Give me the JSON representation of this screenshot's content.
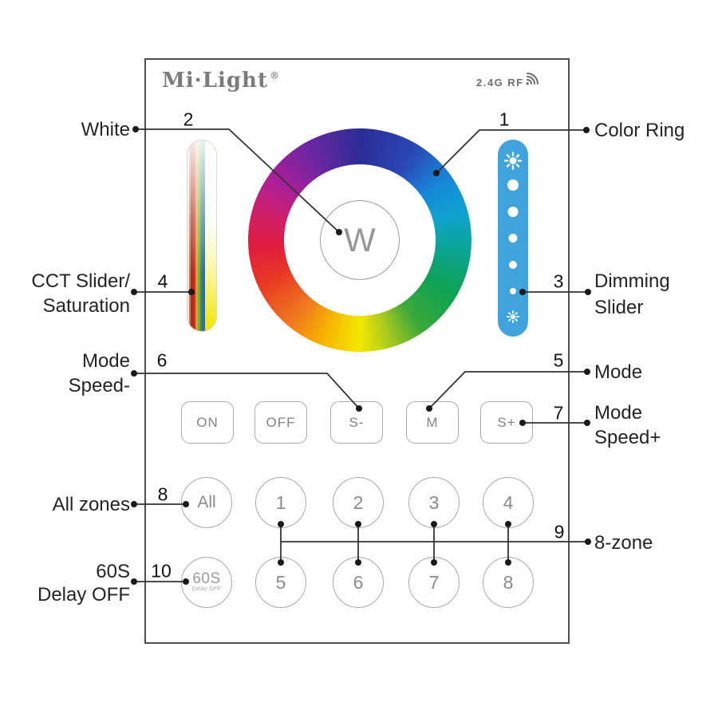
{
  "device": {
    "brand": "Mi·Light",
    "registered_mark": "®",
    "rf_badge": "2.4G RF",
    "white_button": "W",
    "mode_buttons": [
      "ON",
      "OFF",
      "S-",
      "M",
      "S+"
    ],
    "zone_row1": [
      "All",
      "1",
      "2",
      "3",
      "4"
    ],
    "zone_row2": [
      "5",
      "6",
      "7",
      "8"
    ],
    "delay_button": {
      "top": "60S",
      "sub": "Delay OFF"
    }
  },
  "callouts": {
    "n1": "1",
    "n2": "2",
    "n3": "3",
    "n4": "4",
    "n5": "5",
    "n6": "6",
    "n7": "7",
    "n8": "8",
    "n9": "9",
    "n10": "10",
    "color_ring": "Color Ring",
    "white": "White",
    "cct_line1": "CCT Slider/",
    "cct_line2": "Saturation",
    "dimming_line1": "Dimming",
    "dimming_line2": "Slider",
    "mode_speed_minus_line1": "Mode",
    "mode_speed_minus_line2": "Speed-",
    "mode": "Mode",
    "mode_speed_plus_line1": "Mode",
    "mode_speed_plus_line2": "Speed+",
    "all_zones": "All zones",
    "eight_zone": "8-zone",
    "delay_line1": "60S",
    "delay_line2": "Delay OFF"
  },
  "colors": {
    "dimming_blue": "#41a3dc",
    "annotation_line": "#333333",
    "panel_border": "#4f4f4f",
    "control_border": "#a9a9a9",
    "control_text": "#8a8a8a",
    "brand_gray": "#7b7b7b"
  }
}
